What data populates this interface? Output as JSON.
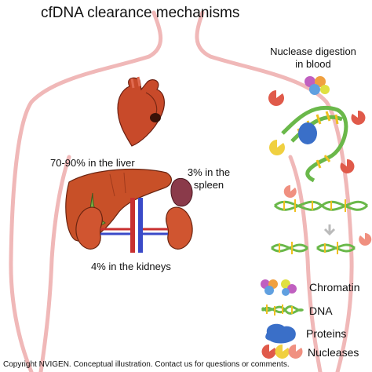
{
  "title": "cfDNA clearance mechanisms",
  "labels": {
    "liver": "70-90% in the liver",
    "spleen_line1": "3% in the",
    "spleen_line2": "spleen",
    "kidneys": "4% in the kidneys"
  },
  "digestion": {
    "line1": "Nuclease digestion",
    "line2": "in blood"
  },
  "legend": [
    {
      "icon": "chromatin-icon",
      "label": "Chromatin"
    },
    {
      "icon": "dna-icon",
      "label": "DNA"
    },
    {
      "icon": "protein-icon",
      "label": "Proteins"
    },
    {
      "icon": "nuclease-icon",
      "label": "Nucleases"
    }
  ],
  "copyright": "Copyright NVIGEN. Conceptual illustration. Contact us for questions or comments.",
  "colors": {
    "body_outline": "#f0b8b8",
    "liver": "#c85028",
    "heart": "#c84a2a",
    "kidney": "#d05530",
    "spleen": "#8a3a4a",
    "nuclease": "#e05a4a",
    "protein": "#3a6fc8",
    "dna_green": "#6ab84a",
    "dna_rungs": "#f0c020"
  }
}
